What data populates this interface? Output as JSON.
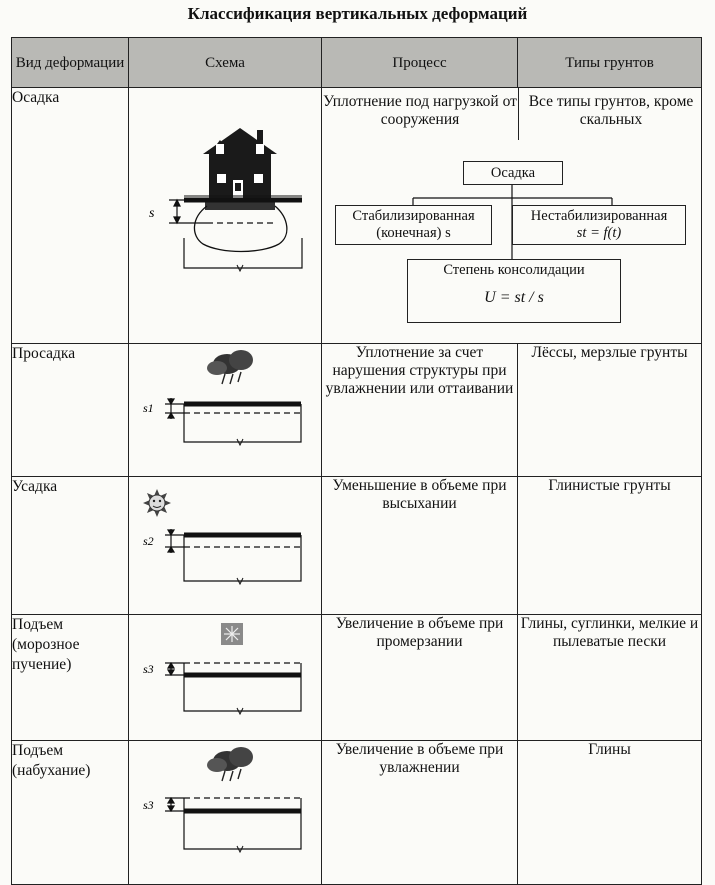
{
  "title": "Классификация вертикальных деформаций",
  "headers": {
    "kind": "Вид деформации",
    "scheme": "Схема",
    "process": "Процесс",
    "soils": "Типы грунтов"
  },
  "rows": [
    {
      "kind": "Осадка",
      "process": "Уплотнение под нагрузкой от сооружения",
      "soils": "Все типы грунтов, кроме скальных",
      "label": "s",
      "icon": "house-icon"
    },
    {
      "kind": "Просадка",
      "process": "Уплотнение за счет нарушения структуры при увлажнении или оттаивании",
      "soils": "Лёссы, мерзлые грунты",
      "label": "s1",
      "icon": "rain-cloud-icon"
    },
    {
      "kind": "Усадка",
      "process": "Уменьшение в объеме при высыхании",
      "soils": "Глинистые грунты",
      "label": "s2",
      "icon": "sun-icon"
    },
    {
      "kind": "Подъем (морозное пучение)",
      "process": "Увеличение в объеме при промерзании",
      "soils": "Глины, суглинки, мелкие и пылеватые пески",
      "label": "s3",
      "icon": "snowflake-icon"
    },
    {
      "kind": "Подъем (набухание)",
      "process": "Увеличение в объеме при увлажнении",
      "soils": "Глины",
      "label": "s3",
      "icon": "rain-cloud-icon"
    }
  ],
  "flowchart": {
    "root": "Осадка",
    "stabilized": "Стабилизированная (конечная) s",
    "stabilized_line1": "Стабилизированная",
    "stabilized_line2": "(конечная) s",
    "unstabilized_line1": "Нестабилизированная",
    "unstabilized_line2": "st = f(t)",
    "consolidation": "Степень консолидации",
    "formula": "U = st / s"
  }
}
